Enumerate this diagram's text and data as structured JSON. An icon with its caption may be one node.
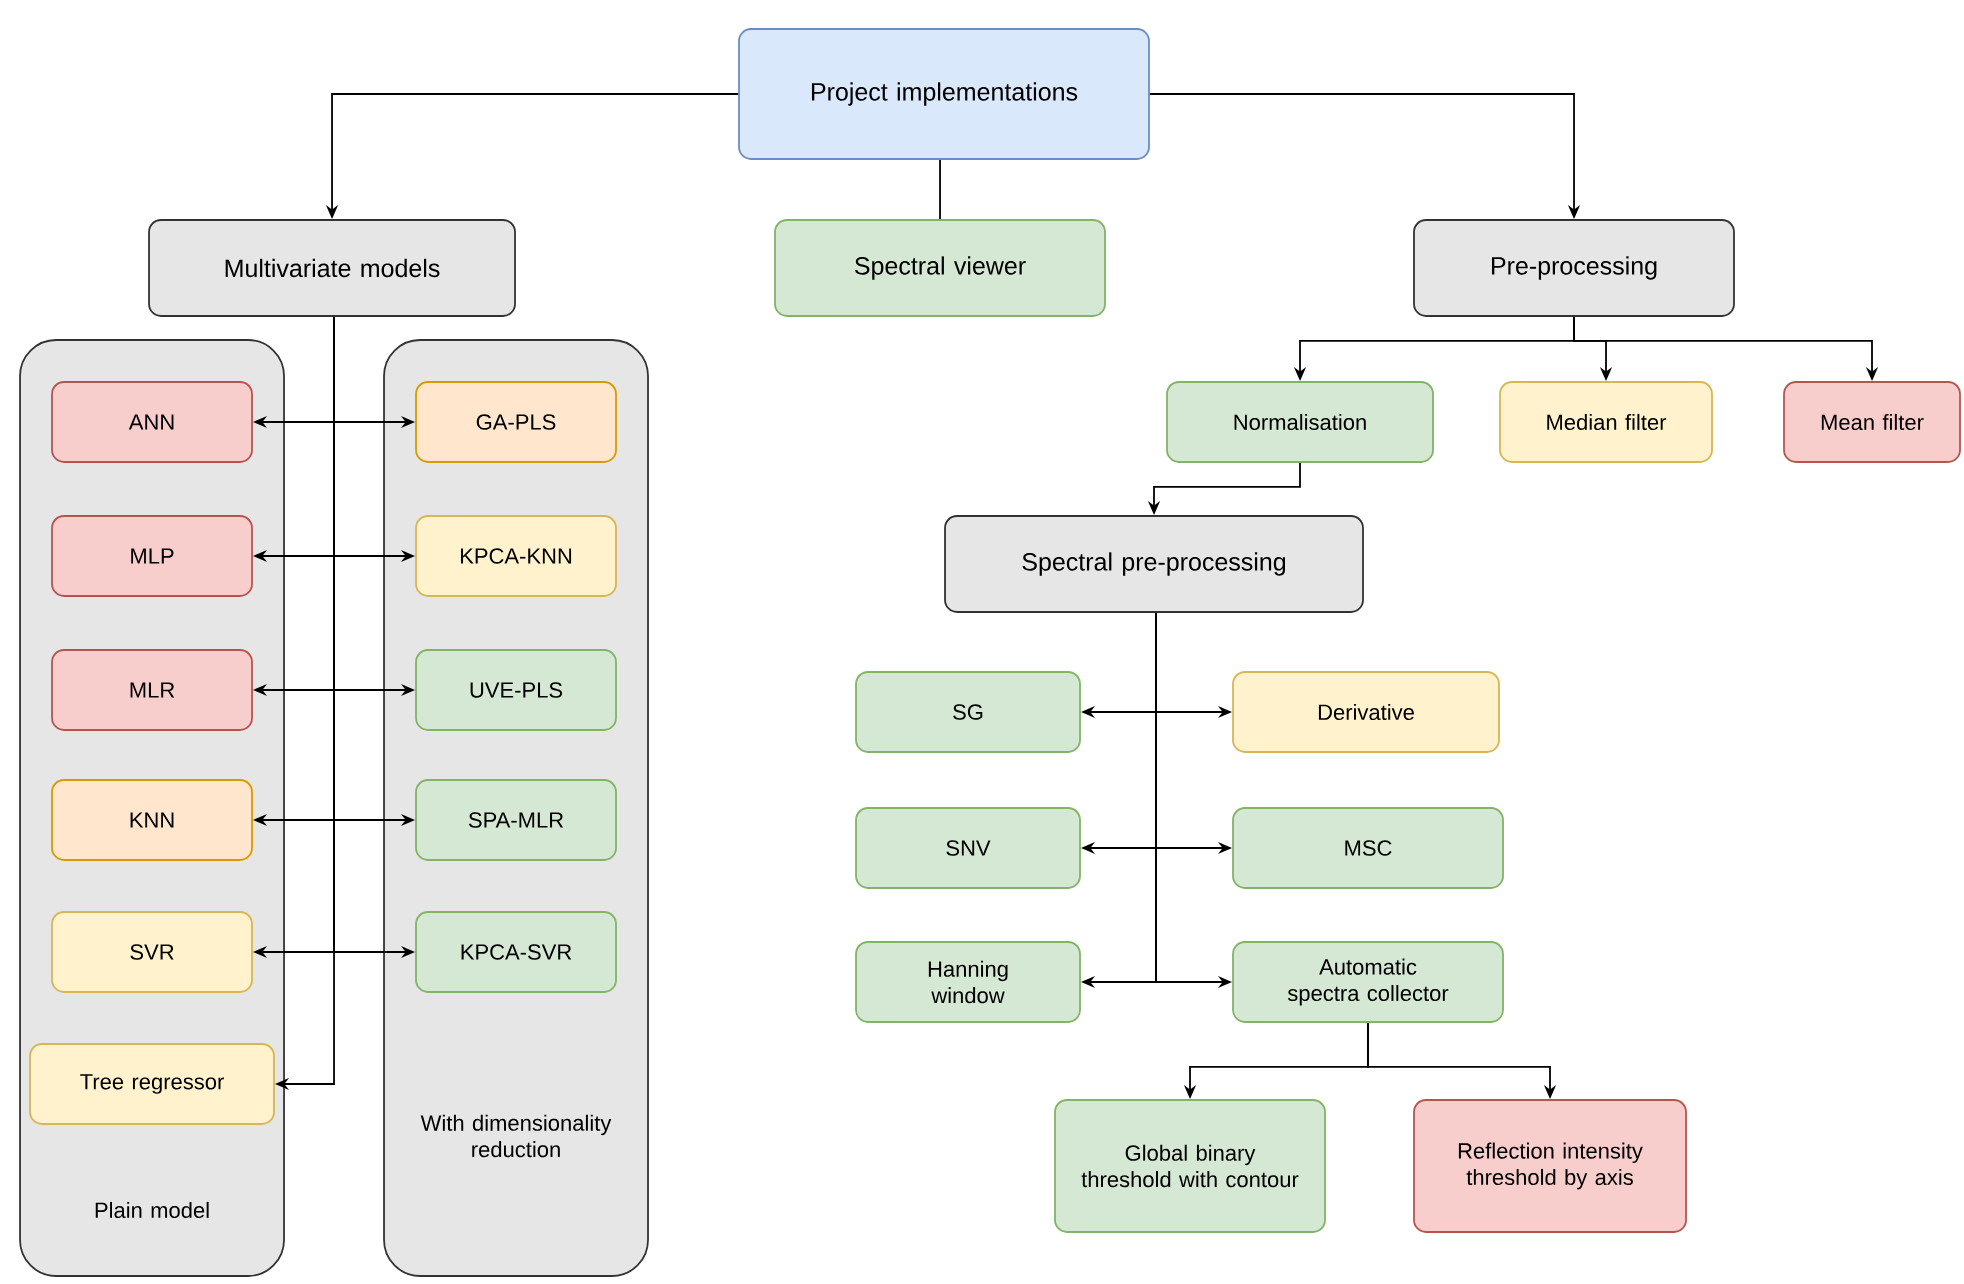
{
  "diagram": {
    "nodes": [
      {
        "text": [
          "Project implementations"
        ]
      },
      {
        "text": [
          "Multivariate models"
        ]
      },
      {
        "text": [
          "Spectral viewer"
        ]
      },
      {
        "text": [
          "Pre-processing"
        ]
      },
      {
        "text": [
          "Plain model"
        ]
      },
      {
        "text": [
          "With dimensionality reduction"
        ]
      },
      {
        "text": [
          "ANN"
        ],
        "in": 4
      },
      {
        "text": [
          "MLP"
        ],
        "in": 4
      },
      {
        "text": [
          "MLR"
        ],
        "in": 4
      },
      {
        "text": [
          "KNN"
        ],
        "in": 4
      },
      {
        "text": [
          "SVR"
        ],
        "in": 4
      },
      {
        "text": [
          "Tree regressor"
        ],
        "in": 4
      },
      {
        "text": [
          "GA-PLS"
        ],
        "in": 5
      },
      {
        "text": [
          "KPCA-KNN"
        ],
        "in": 5
      },
      {
        "text": [
          "UVE-PLS"
        ],
        "in": 5
      },
      {
        "text": [
          "SPA-MLR"
        ],
        "in": 5
      },
      {
        "text": [
          "KPCA-SVR"
        ],
        "in": 5
      },
      {
        "text": [
          "Normalisation"
        ]
      },
      {
        "text": [
          "Median filter"
        ]
      },
      {
        "text": [
          "Mean filter"
        ]
      },
      {
        "text": [
          "Spectral pre-processing"
        ]
      },
      {
        "text": [
          "SG"
        ]
      },
      {
        "text": [
          "Derivative"
        ]
      },
      {
        "text": [
          "SNV"
        ]
      },
      {
        "text": [
          "MSC"
        ]
      },
      {
        "text": [
          "Hanning window"
        ]
      },
      {
        "text": [
          "Automatic spectra collector"
        ]
      },
      {
        "text": [
          "Global binary threshold with contour"
        ]
      },
      {
        "text": [
          "Reflection intensity threshold by axis"
        ]
      }
    ],
    "edges": [
      {
        "from": 0,
        "to": 1,
        "arrow": "to"
      },
      {
        "from": 0,
        "to": 2,
        "arrow": "none"
      },
      {
        "from": 0,
        "to": 3,
        "arrow": "to"
      },
      {
        "from": 1,
        "to": 6,
        "arrow": "to"
      },
      {
        "from": 1,
        "to": 7,
        "arrow": "to"
      },
      {
        "from": 1,
        "to": 8,
        "arrow": "to"
      },
      {
        "from": 1,
        "to": 9,
        "arrow": "to"
      },
      {
        "from": 1,
        "to": 10,
        "arrow": "to"
      },
      {
        "from": 1,
        "to": 11,
        "arrow": "to"
      },
      {
        "from": 1,
        "to": 12,
        "arrow": "to"
      },
      {
        "from": 1,
        "to": 13,
        "arrow": "to"
      },
      {
        "from": 1,
        "to": 14,
        "arrow": "to"
      },
      {
        "from": 1,
        "to": 15,
        "arrow": "to"
      },
      {
        "from": 1,
        "to": 16,
        "arrow": "to"
      },
      {
        "from": 3,
        "to": 17,
        "arrow": "to"
      },
      {
        "from": 3,
        "to": 18,
        "arrow": "to"
      },
      {
        "from": 3,
        "to": 19,
        "arrow": "to"
      },
      {
        "from": 17,
        "to": 20,
        "arrow": "to"
      },
      {
        "from": 20,
        "to": 21,
        "arrow": "to"
      },
      {
        "from": 20,
        "to": 22,
        "arrow": "to"
      },
      {
        "from": 20,
        "to": 23,
        "arrow": "to"
      },
      {
        "from": 20,
        "to": 24,
        "arrow": "to"
      },
      {
        "from": 20,
        "to": 25,
        "arrow": "to"
      },
      {
        "from": 20,
        "to": 26,
        "arrow": "to"
      },
      {
        "from": 26,
        "to": 27,
        "arrow": "to"
      },
      {
        "from": 26,
        "to": 28,
        "arrow": "to"
      }
    ]
  }
}
